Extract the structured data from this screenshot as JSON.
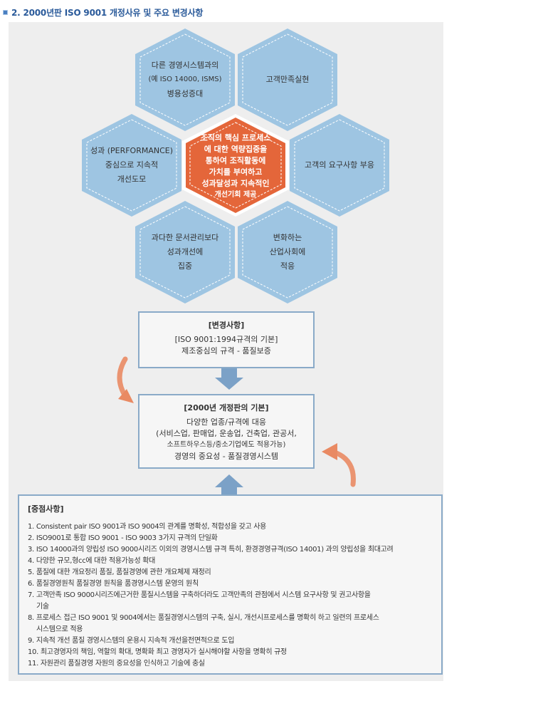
{
  "heading": {
    "title": "2. 2000년판 ISO 9001 개정사유 및 주요 변경사항"
  },
  "hexagons": {
    "top_left": [
      "다른 경영시스템과의",
      "(예 ISO 14000, ISMS)",
      "병용성증대"
    ],
    "top_right": [
      "고객만족실현"
    ],
    "mid_left": [
      "성과 (PERFORMANCE)",
      "중심으로 지속적",
      "개선도모"
    ],
    "center": [
      "조직의 핵심 프로세스",
      "에 대한 역량집중을",
      "통하여 조직활동에",
      "가치를 부여하고",
      "성과달성과 지속적인",
      "개선기회 제공"
    ],
    "mid_right": [
      "고객의 요구사항 부응"
    ],
    "bottom_left": [
      "과다한 문서관리보다",
      "성과개선에",
      "집중"
    ],
    "bottom_right": [
      "변화하는",
      "산업사회에",
      "적응"
    ]
  },
  "change_box": {
    "title": "[변경사항]",
    "lines": [
      "[ISO 9001:1994규격의 기본]",
      "제조중심의 규격 - 품질보증"
    ]
  },
  "base_box": {
    "title": "[2000년 개정판의 기본]",
    "lines": [
      "다양한 업종/규격에 대응",
      "(서비스업, 판매업, 운송업, 건축업, 관공서,",
      "소프트하우스등/중소기업에도 적용가능)",
      "경영의 중요성 - 품질경영시스템"
    ]
  },
  "key_points": {
    "title": "[중점사항]",
    "items": [
      {
        "num": "1.",
        "text": "Consistent pair ISO 9001과 ISO 9004의 관계를 명확성, 적합성을 갖고 사용"
      },
      {
        "num": "2.",
        "text": "ISO9001로 통합 ISO 9001 - ISO 9003 3가지 규격의 단일화"
      },
      {
        "num": "3.",
        "text": "ISO 14000과의 양립성 ISO 9000시리즈 이외의 경영시스템 규격 특히, 환경경영규격(ISO 14001) 과의 양립성을 최대고려"
      },
      {
        "num": "4.",
        "text": "다양한 규모,형cc에 대한 적용가능성 확대"
      },
      {
        "num": "5.",
        "text": "품질에 대한 개요정리 품질, 품질경영에 관한 개요체제 재정리"
      },
      {
        "num": "6.",
        "text": "품질경영원칙 품질경영 원칙을 품경영시스템 운영의 원칙"
      },
      {
        "num": "7.",
        "text": "고객만족 ISO 9000시리즈에근거한 품질시스템을 구축하더라도 고객만족의 관점에서 시스템 요구사항 및 권고사항을",
        "cont": "기술"
      },
      {
        "num": "8.",
        "text": "프로세스 접근 ISO 9001 및 9004에서는 품질경영시스템의 구축, 실시, 개선시프로세스를 명확히 하고 일련의 프로세스",
        "cont": "시스템으로 적용"
      },
      {
        "num": "9.",
        "text": "지속적 개선 품질 경영시스템의 운용시 지속적 개선을전면적으로 도입"
      },
      {
        "num": "10.",
        "text": "최고경영자의  책임, 역할의 확대, 명확화 최고 경영자가 실시해야할 사항을 명확히 규정"
      },
      {
        "num": "11.",
        "text": "자원관리 품질경영 자원의 중요성을 인식하고 기술에 충실"
      }
    ]
  },
  "colors": {
    "hex_fill": "#9ec5e2",
    "hex_border": "#c9dff0",
    "center_fill": "#e4663a",
    "box_border": "#8aaac8",
    "arrow_blue": "#7ba1c7",
    "arrow_orange": "#e98a63",
    "panel_bg": "#eeeeee"
  }
}
